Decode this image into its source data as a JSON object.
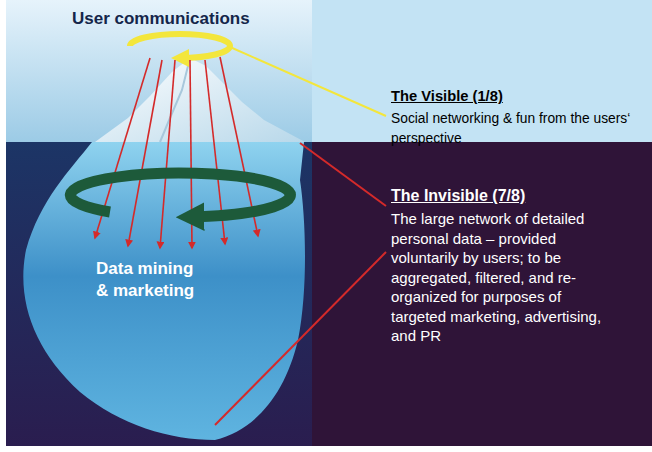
{
  "diagram": {
    "nodes": [
      {
        "text": [
          "The Visible (1/8)",
          "Social networking & fun from the users‘ perspective"
        ]
      },
      {
        "text": [
          "The Invisible (7/8)",
          "The large network of detailed personal data – provided voluntarily by users; to be aggregated, filtered, and re-organized for purposes of targeted marketing, advertising, and PR"
        ]
      }
    ],
    "labels": [
      "User communications",
      "Data mining & marketing"
    ]
  }
}
